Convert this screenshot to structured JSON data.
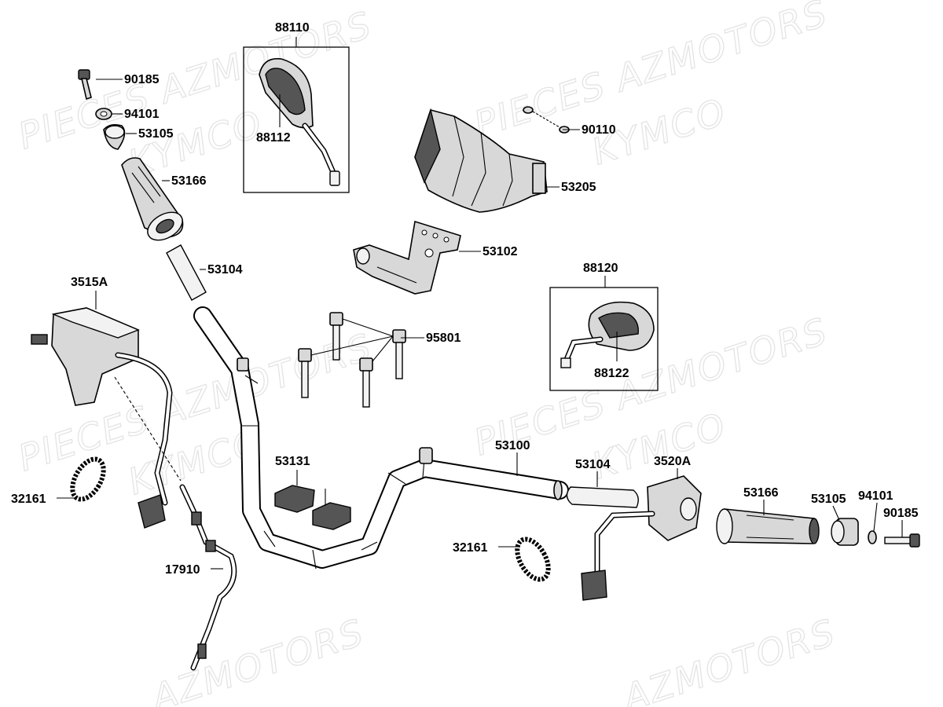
{
  "watermark": {
    "line1": "PIECES AZMOTORS",
    "line2": "KYMCO",
    "line3": "AZMOTORS"
  },
  "labels": {
    "p88110": "88110",
    "p88112": "88112",
    "p90185_l": "90185",
    "p94101_l": "94101",
    "p53105_l": "53105",
    "p53166_l": "53166",
    "p53104_l": "53104",
    "p3515A": "3515A",
    "p90110": "90110",
    "p53205": "53205",
    "p53102": "53102",
    "p88120": "88120",
    "p88122": "88122",
    "p95801": "95801",
    "p53131": "53131",
    "p53100": "53100",
    "p53104_r": "53104",
    "p3520A": "3520A",
    "p53166_r": "53166",
    "p53105_r": "53105",
    "p94101_r": "94101",
    "p90185_r": "90185",
    "p32161_l": "32161",
    "p32161_r": "32161",
    "p17910": "17910"
  }
}
